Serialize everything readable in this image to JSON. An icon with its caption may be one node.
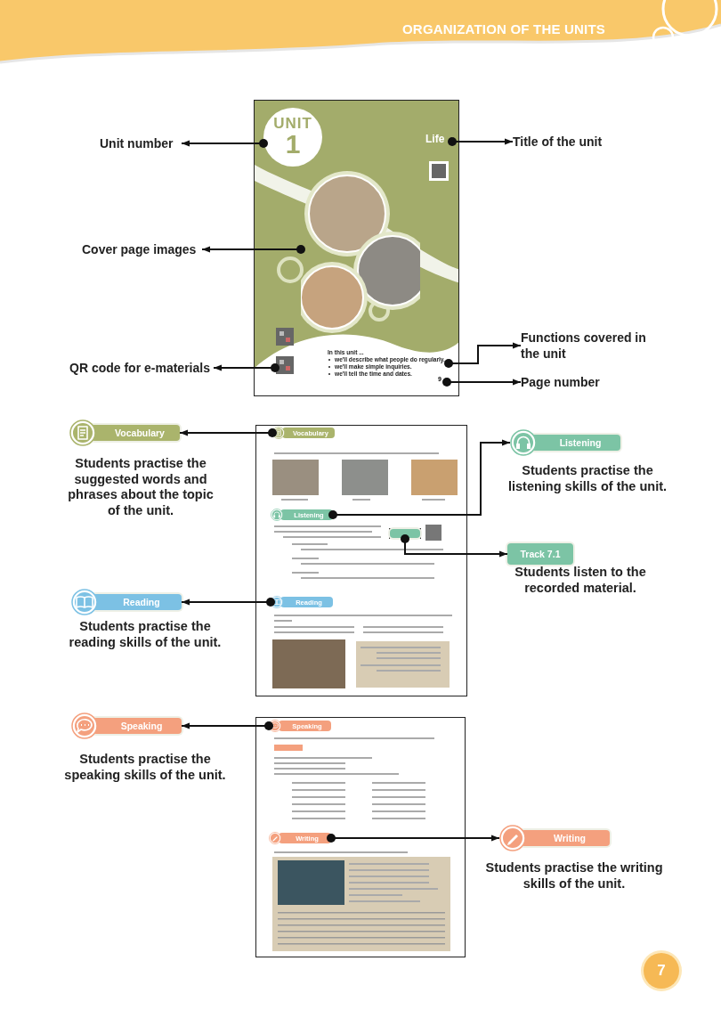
{
  "diagram": {
    "title": "ORGANIZATION OF THE UNITS",
    "nodes": [
      {
        "text": [],
        "shape": "box"
      },
      {
        "text": [
          "UNIT",
          "1"
        ],
        "in": 0
      },
      {
        "text": [
          "Life"
        ],
        "in": 0
      },
      {
        "text": [],
        "shape": "picture",
        "in": 0
      },
      {
        "text": [],
        "shape": "picture",
        "in": 0
      },
      {
        "text": [
          "In this unit ...",
          "we'll describe what people do regularly.",
          "we'll make simple inquiries.",
          "we'll tell the time and dates."
        ],
        "in": 0
      },
      {
        "text": [
          "9"
        ],
        "in": 0
      },
      {
        "text": [
          "Unit number"
        ]
      },
      {
        "text": [
          "Title of the unit"
        ]
      },
      {
        "text": [
          "Cover page images"
        ]
      },
      {
        "text": [
          "QR code for e-materials"
        ]
      },
      {
        "text": [
          "Functions covered in the unit"
        ]
      },
      {
        "text": [
          "Page number"
        ]
      },
      {
        "text": [],
        "shape": "box"
      },
      {
        "text": [
          "Vocabulary"
        ],
        "in": 13
      },
      {
        "text": [
          "Listening"
        ],
        "in": 13
      },
      {
        "text": [],
        "shape": "box",
        "in": 13
      },
      {
        "text": [
          "Reading"
        ],
        "in": 13
      },
      {
        "text": [
          "Vocabulary"
        ],
        "beside": [
          "Students practise the suggested words and phrases about the topic of the unit."
        ]
      },
      {
        "text": [
          "Listening"
        ],
        "beside": [
          "Students practise the listening skills of the unit."
        ]
      },
      {
        "text": [
          "Track 7.1"
        ],
        "beside": [
          "Students listen to the recorded material."
        ]
      },
      {
        "text": [
          "Reading"
        ],
        "beside": [
          "Students practise the reading skills of the unit."
        ]
      },
      {
        "text": [],
        "shape": "box"
      },
      {
        "text": [
          "Speaking"
        ],
        "in": 22
      },
      {
        "text": [
          "Writing"
        ],
        "in": 22
      },
      {
        "text": [
          "Speaking"
        ],
        "beside": [
          "Students practise the speaking skills of the unit."
        ]
      },
      {
        "text": [
          "Writing"
        ],
        "beside": [
          "Students practise the writing skills of the unit."
        ]
      }
    ],
    "edges": [
      {
        "from": 1,
        "to": 7,
        "arrow": "to"
      },
      {
        "from": 2,
        "to": 8,
        "arrow": "to"
      },
      {
        "from": 3,
        "to": 9,
        "arrow": "to"
      },
      {
        "from": 4,
        "to": 10,
        "arrow": "to"
      },
      {
        "from": 5,
        "to": 11,
        "arrow": "to"
      },
      {
        "from": 6,
        "to": 12,
        "arrow": "to"
      },
      {
        "from": 14,
        "to": 18,
        "arrow": "to"
      },
      {
        "from": 15,
        "to": 19,
        "arrow": "to"
      },
      {
        "from": 16,
        "to": 20,
        "arrow": "to"
      },
      {
        "from": 17,
        "to": 21,
        "arrow": "to"
      },
      {
        "from": 23,
        "to": 25,
        "arrow": "to"
      },
      {
        "from": 24,
        "to": 26,
        "arrow": "to"
      }
    ],
    "labels": [
      "7"
    ]
  }
}
